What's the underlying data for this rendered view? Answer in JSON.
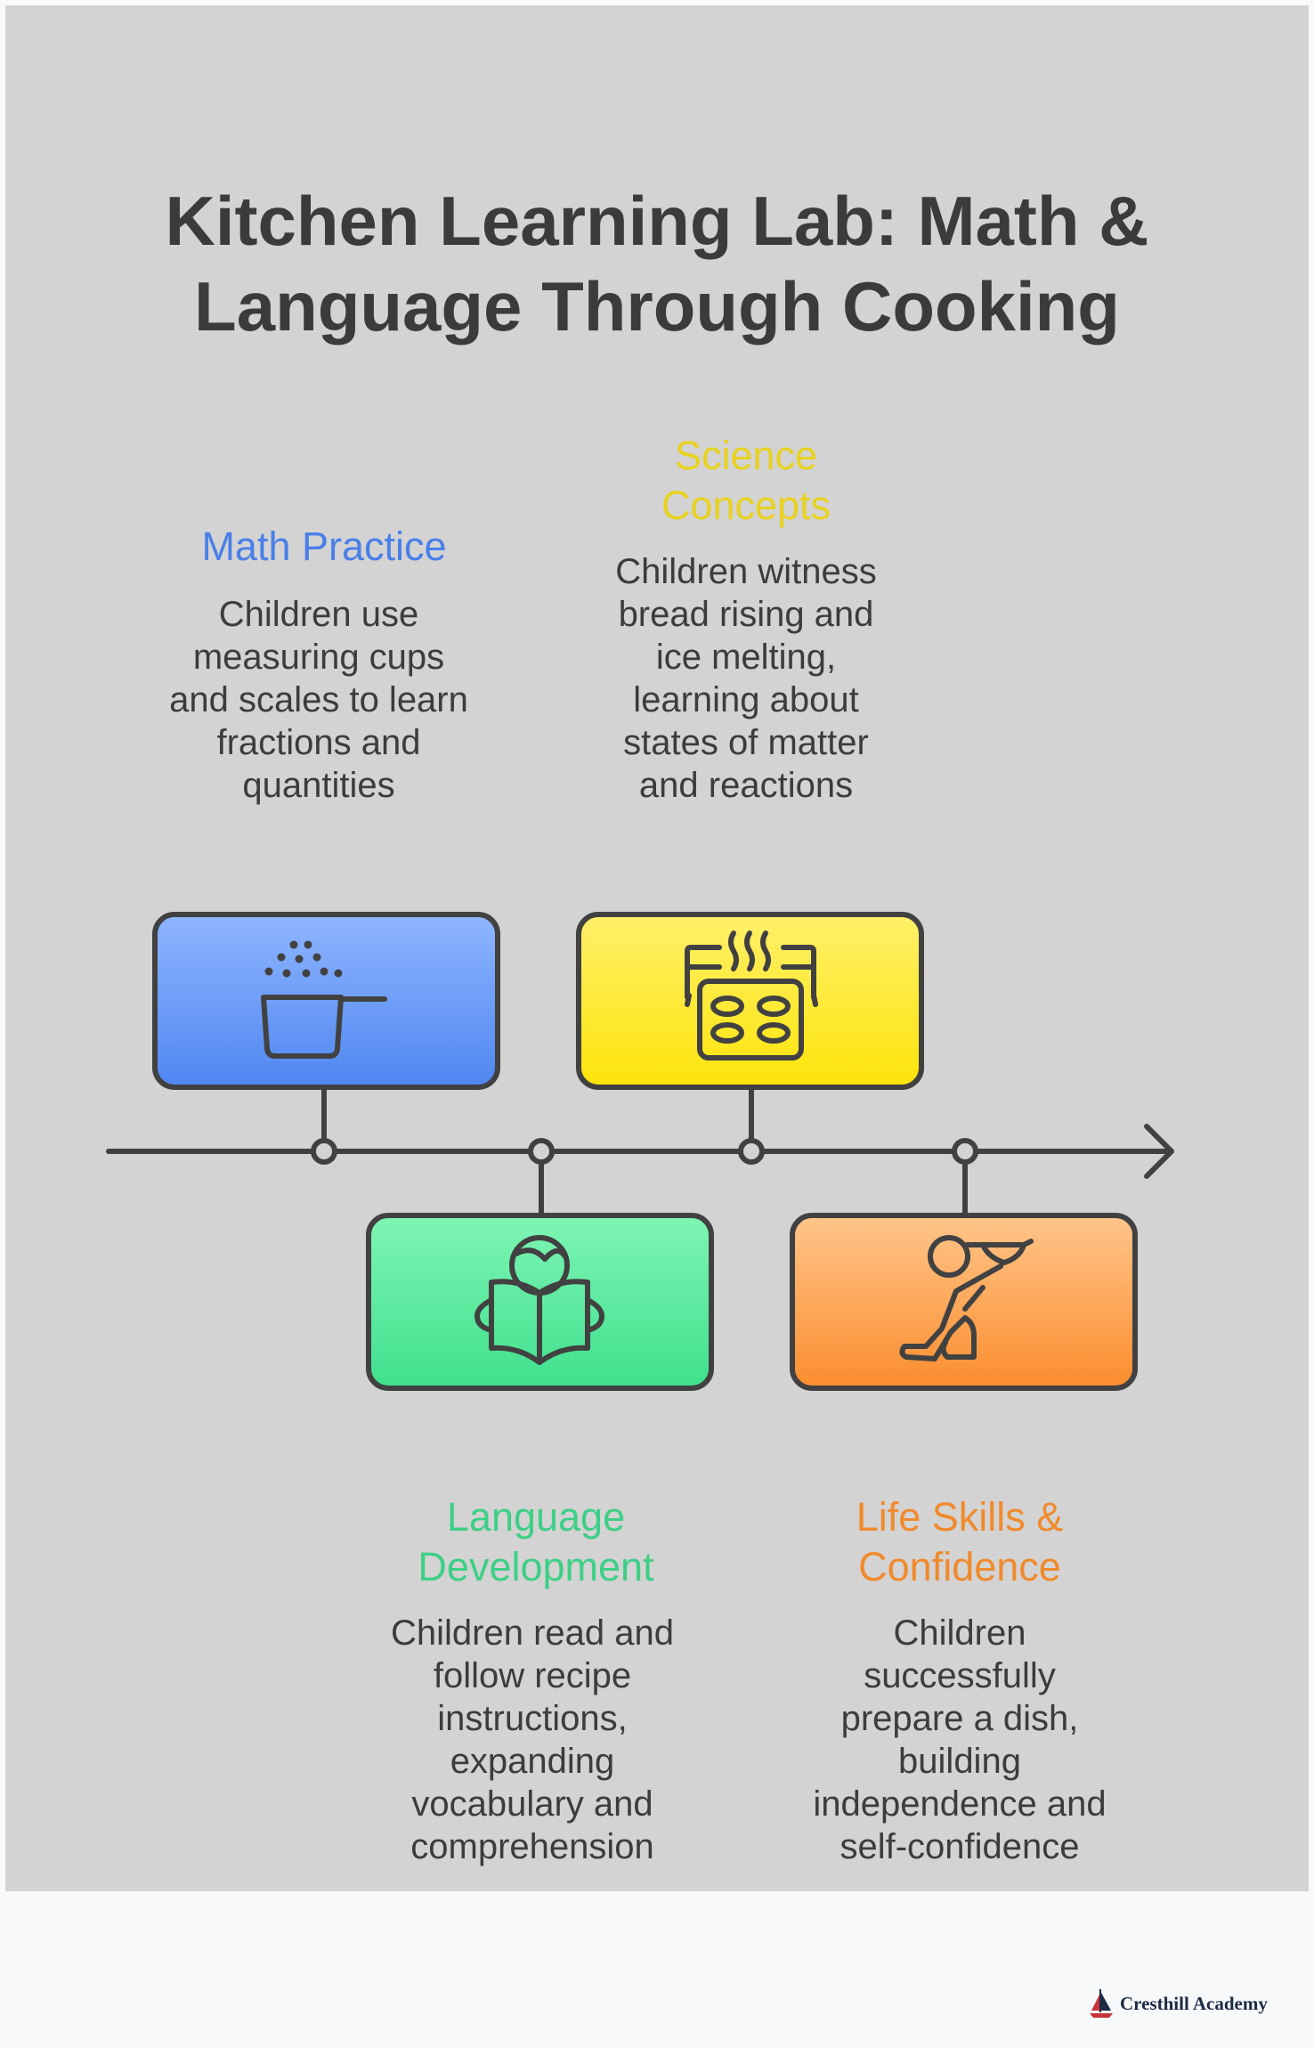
{
  "title": {
    "line1": "Kitchen Learning Lab: Math &",
    "line2": "Language Through Cooking"
  },
  "items": [
    {
      "title_lines": [
        "Math Practice"
      ],
      "desc_lines": [
        "Children use",
        "measuring cups",
        "and scales to learn",
        "fractions and",
        "quantities"
      ],
      "color": "#4a7fe8",
      "icon": "measuring-cup-icon"
    },
    {
      "title_lines": [
        "Language",
        "Development"
      ],
      "desc_lines": [
        "Children read and",
        "follow recipe",
        "instructions,",
        "expanding",
        "vocabulary and",
        "comprehension"
      ],
      "color": "#3ecf86",
      "icon": "reading-child-icon"
    },
    {
      "title_lines": [
        "Science",
        "Concepts"
      ],
      "desc_lines": [
        "Children witness",
        "bread rising and",
        "ice melting,",
        "learning about",
        "states of matter",
        "and reactions"
      ],
      "color": "#e8d21d",
      "icon": "oven-baking-icon"
    },
    {
      "title_lines": [
        "Life Skills &",
        "Confidence"
      ],
      "desc_lines": [
        "Children",
        "successfully",
        "prepare a dish,",
        "building",
        "independence and",
        "self-confidence"
      ],
      "color": "#f08a2c",
      "icon": "person-serving-dish-icon"
    }
  ],
  "footer": {
    "brand": "Cresthill Academy",
    "logo_icon": "sailboat-icon"
  }
}
